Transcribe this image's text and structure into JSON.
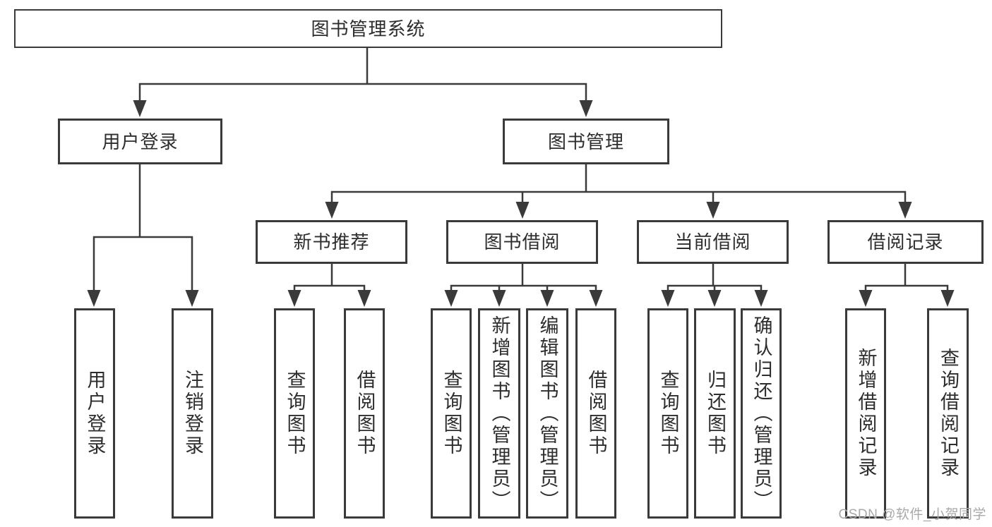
{
  "colors": {
    "line": "#3a3a3a",
    "text": "#2d2d2d",
    "box_border": "#3a3a3a",
    "background": "#ffffff",
    "watermark": "#a9a9a9"
  },
  "tree": {
    "root": {
      "label": "图书管理系统"
    },
    "branches": [
      {
        "label": "用户登录",
        "children": [
          {
            "label": "用户登录"
          },
          {
            "label": "注销登录"
          }
        ]
      },
      {
        "label": "图书管理",
        "children": [
          {
            "label": "新书推荐",
            "children": [
              {
                "label": "查询图书"
              },
              {
                "label": "借阅图书"
              }
            ]
          },
          {
            "label": "图书借阅",
            "children": [
              {
                "label": "查询图书"
              },
              {
                "label": "新增图书（管理员）"
              },
              {
                "label": "编辑图书（管理员）"
              },
              {
                "label": "借阅图书"
              }
            ]
          },
          {
            "label": "当前借阅",
            "children": [
              {
                "label": "查询图书"
              },
              {
                "label": "归还图书"
              },
              {
                "label": "确认归还（管理员）"
              }
            ]
          },
          {
            "label": "借阅记录",
            "children": [
              {
                "label": "新增借阅记录"
              },
              {
                "label": "查询借阅记录"
              }
            ]
          }
        ]
      }
    ]
  },
  "watermark": "CSDN @软件_小贺同学"
}
